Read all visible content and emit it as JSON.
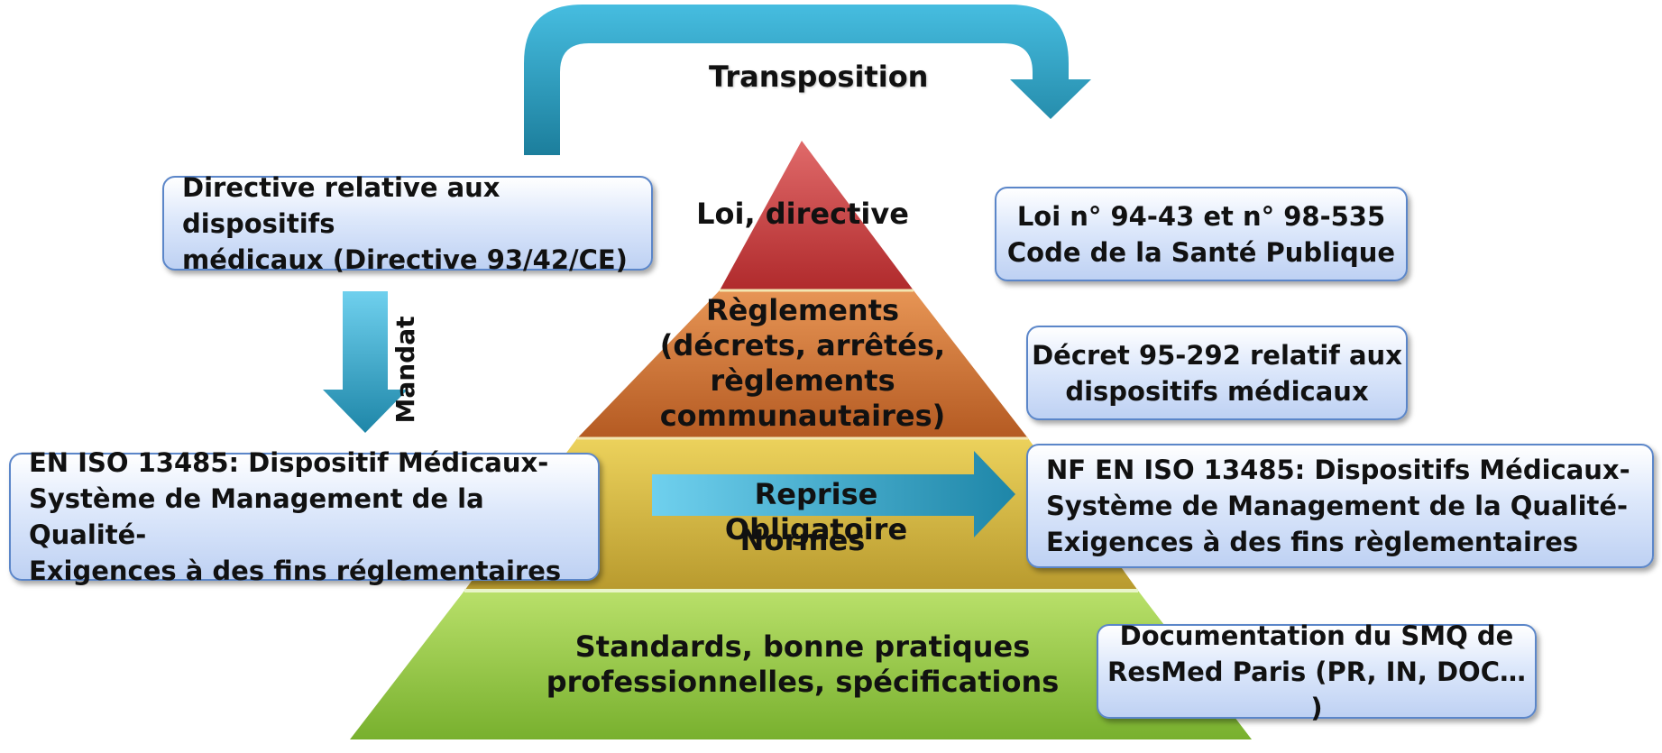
{
  "transposition_label": "Transposition",
  "mandat_label": "Mandat",
  "reprise_label": "Reprise Obligatoire",
  "pyramid": {
    "level1": "Loi, directive",
    "level2": "Règlements\n(décrets, arrêtés,\nrèglements\ncommunautaires)",
    "level3": "Normes",
    "level4": "Standards, bonne pratiques\nprofessionnelles, spécifications"
  },
  "boxes": {
    "directive": "Directive relative aux dispositifs\nmédicaux (Directive  93/42/CE)",
    "en_iso": "EN ISO 13485: Dispositif  Médicaux-\nSystème de Management de la Qualité-\nExigences  à des fins réglementaires",
    "loi": "Loi n° 94-43 et n° 98-535\nCode de la Santé Publique",
    "decret": "Décret 95-292 relatif aux\ndispositifs médicaux",
    "nf_en_iso": "NF EN ISO 13485: Dispositifs  Médicaux-\nSystème de Management  de la Qualité-\nExigences à des fins règlementaires",
    "documentation": "Documentation du SMQ de\nResMed Paris (PR, IN, DOC… )"
  },
  "colors": {
    "level1": "#c93a3c",
    "level2": "#c86a2c",
    "level3": "#c9a83a",
    "level4": "#8cc43c",
    "arrow": "#2aa9d0",
    "box_border": "#5b86c9"
  }
}
